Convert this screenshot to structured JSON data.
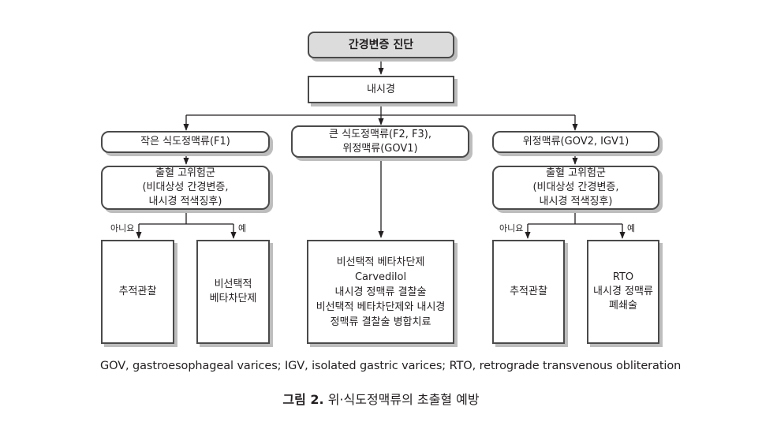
{
  "diagram": {
    "root": "간경변증 진단",
    "step1": "내시경",
    "left": {
      "category": "작은 식도정맥류(F1)",
      "condition": [
        "출혈 고위험군",
        "(비대상성 간경변증,",
        "내시경 적색징후)"
      ],
      "no_label": "아니요",
      "yes_label": "예",
      "no_result": [
        "추적관찰"
      ],
      "yes_result": [
        "비선택적",
        "베타차단제"
      ]
    },
    "middle": {
      "category": [
        "큰 식도정맥류(F2, F3),",
        "위정맥류(GOV1)"
      ],
      "result": [
        "비선택적 베타차단제",
        "Carvedilol",
        "내시경 정맥류 결찰술",
        "비선택적 베타차단제와 내시경",
        "정맥류 결찰술 병합치료"
      ]
    },
    "right": {
      "category": "위정맥류(GOV2, IGV1)",
      "condition": [
        "출혈 고위험군",
        "(비대상성 간경변증,",
        "내시경 적색징후)"
      ],
      "no_label": "아니요",
      "yes_label": "예",
      "no_result": [
        "추적관찰"
      ],
      "yes_result": [
        "RTO",
        "내시경 정맥류",
        "폐쇄술"
      ]
    }
  },
  "footnote": "GOV, gastroesophageal varices; IGV, isolated gastric varices; RTO, retrograde transvenous obliteration",
  "caption": {
    "label": "그림 2.",
    "text": " 위·식도정맥류의 초출혈 예방"
  }
}
